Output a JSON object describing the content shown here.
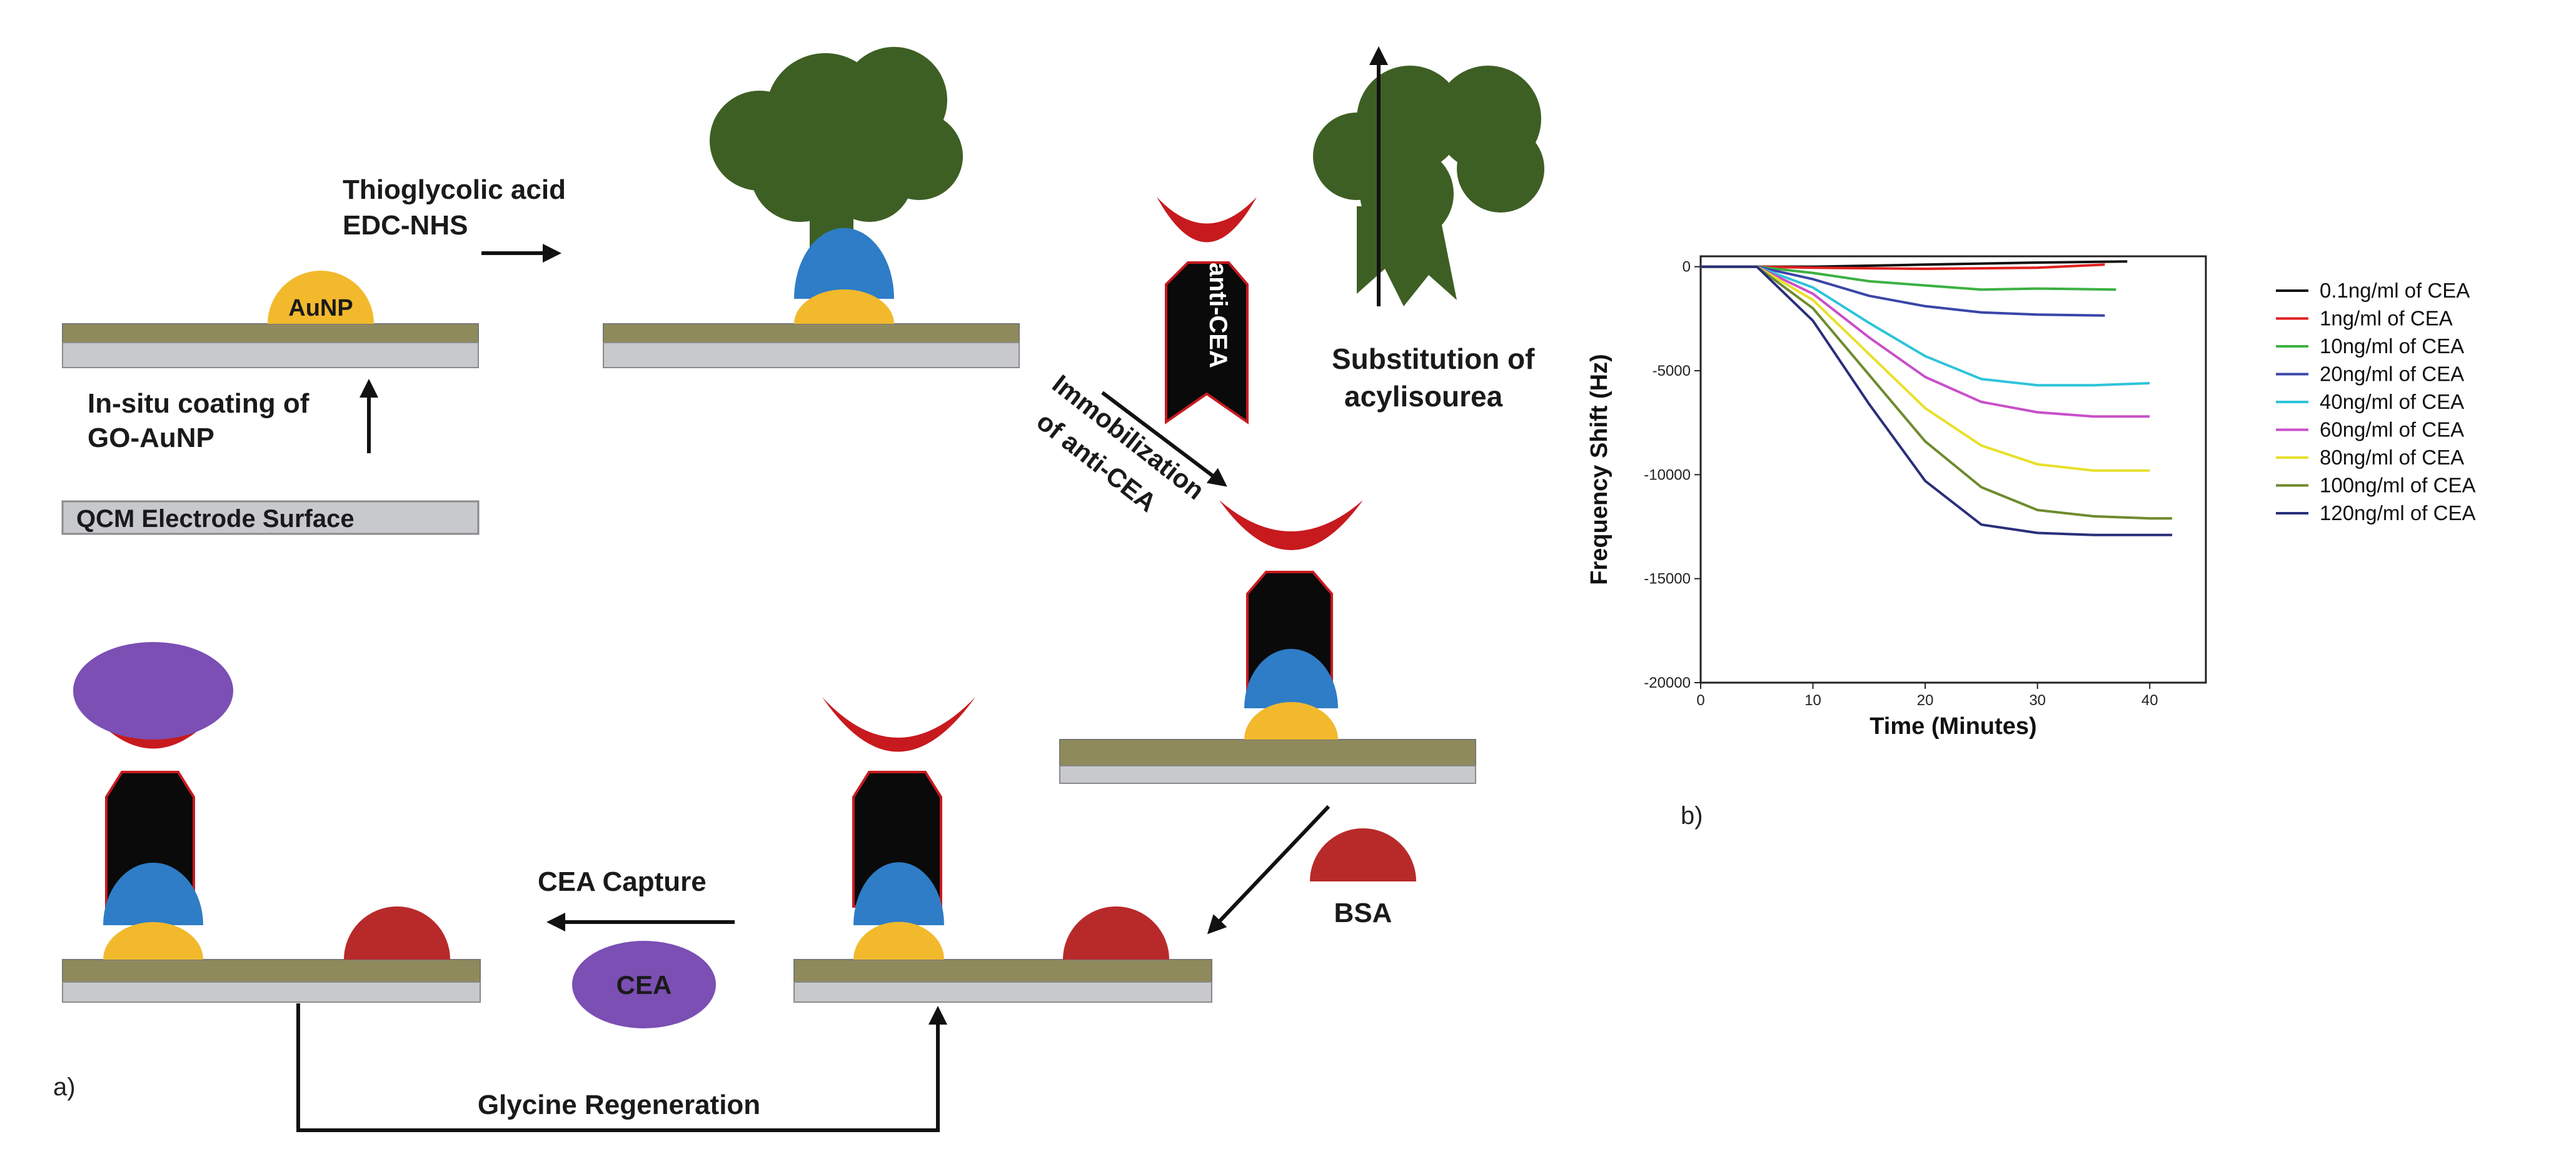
{
  "diagram": {
    "labels": {
      "aunp": "AuNP",
      "thio_line1": "Thioglycolic acid",
      "thio_line2": "EDC-NHS",
      "insitu_line1": "In-situ coating of",
      "insitu_line2": "GO-AuNP",
      "qcm": "QCM Electrode Surface",
      "anticea": "anti-CEA",
      "immob_line1": "Immobilization",
      "immob_line2": "of anti-CEA",
      "subst_line1": "Substitution of",
      "subst_line2": "acylisourea",
      "bsa": "BSA",
      "cea_capture": "CEA Capture",
      "cea": "CEA",
      "glycine": "Glycine Regeneration",
      "panel_a": "a)",
      "panel_b": "b)"
    },
    "colors": {
      "gold": "#F2B92D",
      "blue": "#2E7DC6",
      "green": "#3E5F24",
      "red": "#C71A1F",
      "black": "#0a0a0a",
      "purple": "#7B4FB3",
      "bsa": "#B82A2A",
      "electrode_top": "#8F8A5C",
      "electrode_bottom": "#C8C9CC"
    }
  },
  "chart_data": {
    "type": "line",
    "xlabel": "Time (Minutes)",
    "ylabel": "Frequency Shift (Hz)",
    "xlim": [
      0,
      45
    ],
    "ylim": [
      -20000,
      500
    ],
    "xticks": [
      0,
      10,
      20,
      30,
      40
    ],
    "yticks": [
      0,
      -5000,
      -10000,
      -15000,
      -20000
    ],
    "legend_position": "right",
    "series": [
      {
        "name": "0.1ng/ml of CEA",
        "color": "#111111",
        "x": [
          0,
          5,
          10,
          20,
          30,
          38
        ],
        "y": [
          0,
          0,
          0,
          100,
          200,
          250
        ]
      },
      {
        "name": "1ng/ml of CEA",
        "color": "#E02020",
        "x": [
          0,
          5,
          10,
          20,
          30,
          36
        ],
        "y": [
          0,
          0,
          -50,
          -100,
          -50,
          100
        ]
      },
      {
        "name": "10ng/ml of CEA",
        "color": "#3CB043",
        "x": [
          0,
          5,
          10,
          15,
          20,
          25,
          30,
          37
        ],
        "y": [
          0,
          0,
          -300,
          -700,
          -900,
          -1100,
          -1050,
          -1100
        ]
      },
      {
        "name": "20ng/ml of CEA",
        "color": "#3A46A8",
        "x": [
          0,
          5,
          10,
          15,
          20,
          25,
          30,
          36
        ],
        "y": [
          0,
          0,
          -600,
          -1400,
          -1900,
          -2200,
          -2300,
          -2350
        ]
      },
      {
        "name": "40ng/ml of CEA",
        "color": "#2EC4D9",
        "x": [
          0,
          5,
          10,
          15,
          20,
          25,
          30,
          35,
          40
        ],
        "y": [
          0,
          0,
          -1000,
          -2700,
          -4300,
          -5400,
          -5700,
          -5700,
          -5600
        ]
      },
      {
        "name": "60ng/ml of CEA",
        "color": "#C94FC9",
        "x": [
          0,
          5,
          10,
          15,
          20,
          25,
          30,
          35,
          40
        ],
        "y": [
          0,
          0,
          -1300,
          -3400,
          -5300,
          -6500,
          -7000,
          -7200,
          -7200
        ]
      },
      {
        "name": "80ng/ml of CEA",
        "color": "#E8E02A",
        "x": [
          0,
          5,
          10,
          15,
          20,
          25,
          30,
          35,
          40
        ],
        "y": [
          0,
          0,
          -1600,
          -4200,
          -6800,
          -8600,
          -9500,
          -9800,
          -9800
        ]
      },
      {
        "name": "100ng/ml of CEA",
        "color": "#6E8B2E",
        "x": [
          0,
          5,
          10,
          15,
          20,
          25,
          30,
          35,
          40,
          42
        ],
        "y": [
          0,
          0,
          -2000,
          -5200,
          -8400,
          -10600,
          -11700,
          -12000,
          -12100,
          -12100
        ]
      },
      {
        "name": "120ng/ml of CEA",
        "color": "#2A2F7A",
        "x": [
          0,
          5,
          10,
          15,
          20,
          25,
          30,
          35,
          40,
          42
        ],
        "y": [
          0,
          0,
          -2600,
          -6600,
          -10300,
          -12400,
          -12800,
          -12900,
          -12900,
          -12900
        ]
      }
    ]
  }
}
